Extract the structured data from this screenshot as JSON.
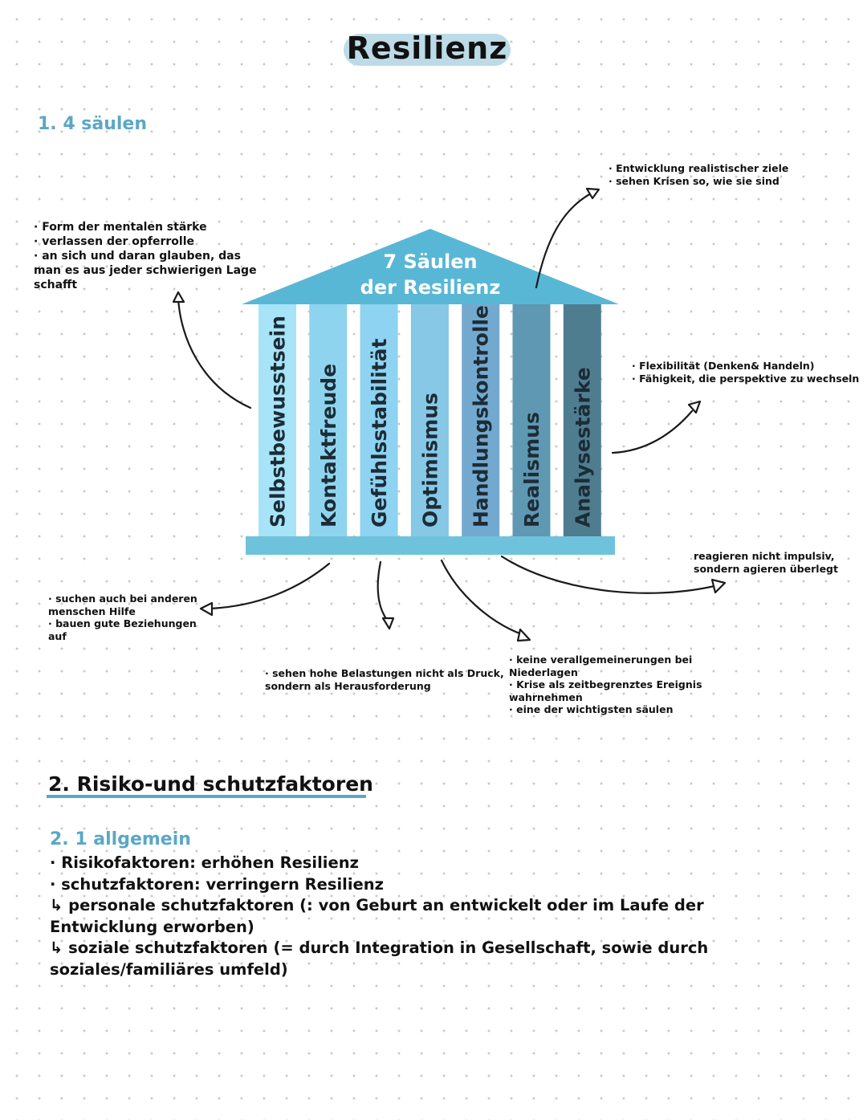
{
  "title": "Resilienz",
  "section1": {
    "heading": "1. 4 säulen"
  },
  "diagram": {
    "roof_line1": "7 Säulen",
    "roof_line2": "der Resilienz",
    "pillars": [
      "Selbstbewusstsein",
      "Kontaktfreude",
      "Gefühlsstabilität",
      "Optimismus",
      "Handlungskontrolle",
      "Realismus",
      "Analysestärke"
    ],
    "colors": {
      "roof": "#59b7d6",
      "base": "#6fc2dc",
      "pillars": [
        "#a7e4f7",
        "#8fd4ef",
        "#8ed3f1",
        "#86c8e6",
        "#74a9cf",
        "#5f98b2",
        "#4f7d90"
      ]
    }
  },
  "notes": {
    "top_left": [
      "· Form der mentalen stärke",
      "· verlassen der opferrolle",
      "· an sich und daran glauben, das",
      "man es aus jeder schwierigen Lage",
      "schafft"
    ],
    "top_right": [
      "· Entwicklung realistischer ziele",
      "· sehen Krisen so, wie sie sind"
    ],
    "right": [
      "· Flexibilität (Denken& Handeln)",
      "· Fähigkeit, die perspektive zu wechseln"
    ],
    "bottom_right": [
      "reagieren nicht impulsiv,",
      "sondern agieren überlegt"
    ],
    "bottom_left": [
      "· suchen auch bei anderen",
      "menschen Hilfe",
      "· bauen gute Beziehungen",
      "auf"
    ],
    "bottom_center": [
      "· sehen hohe Belastungen nicht als Druck,",
      "sondern als Herausforderung"
    ],
    "bottom_right2": [
      "· keine verallgemeinerungen bei",
      "Niederlagen",
      "· Krise als zeitbegrenztes Ereignis",
      "wahrnehmen",
      "· eine der wichtigsten säulen"
    ]
  },
  "section2": {
    "heading": "2. Risiko-und schutzfaktoren",
    "subheading": "2. 1 allgemein",
    "lines": [
      "· Risikofaktoren: erhöhen Resilienz",
      "· schutzfaktoren: verringern Resilienz",
      "↳ personale schutzfaktoren (: von Geburt an entwickelt oder im Laufe der",
      "Entwicklung erworben)",
      "↳ soziale schutzfaktoren (= durch Integration in Gesellschaft, sowie durch",
      "soziales/familiäres umfeld)"
    ]
  }
}
